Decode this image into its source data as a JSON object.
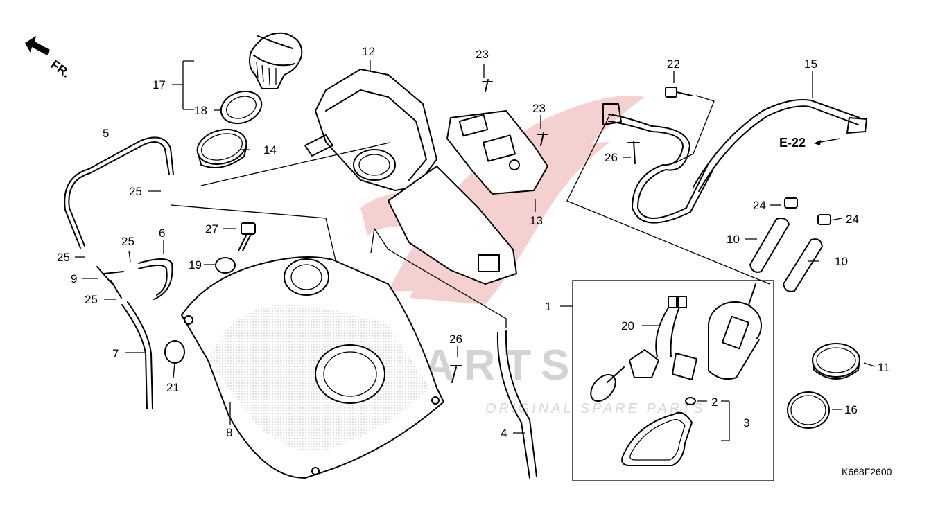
{
  "diagram": {
    "drawing_code": "K668F2600",
    "reference": "E-22",
    "direction_label": "FR.",
    "watermark": {
      "brand": "PARTS",
      "tagline": "ORIGINAL SPARE PARTS"
    },
    "callouts": [
      "1",
      "2",
      "3",
      "4",
      "5",
      "6",
      "7",
      "8",
      "9",
      "10",
      "10",
      "11",
      "12",
      "13",
      "14",
      "15",
      "16",
      "17",
      "18",
      "19",
      "20",
      "21",
      "22",
      "23",
      "23",
      "24",
      "24",
      "25",
      "25",
      "25",
      "25",
      "26",
      "26",
      "27"
    ],
    "colors": {
      "line": "#000000",
      "watermark": "#d32f2f",
      "background": "#ffffff"
    }
  }
}
